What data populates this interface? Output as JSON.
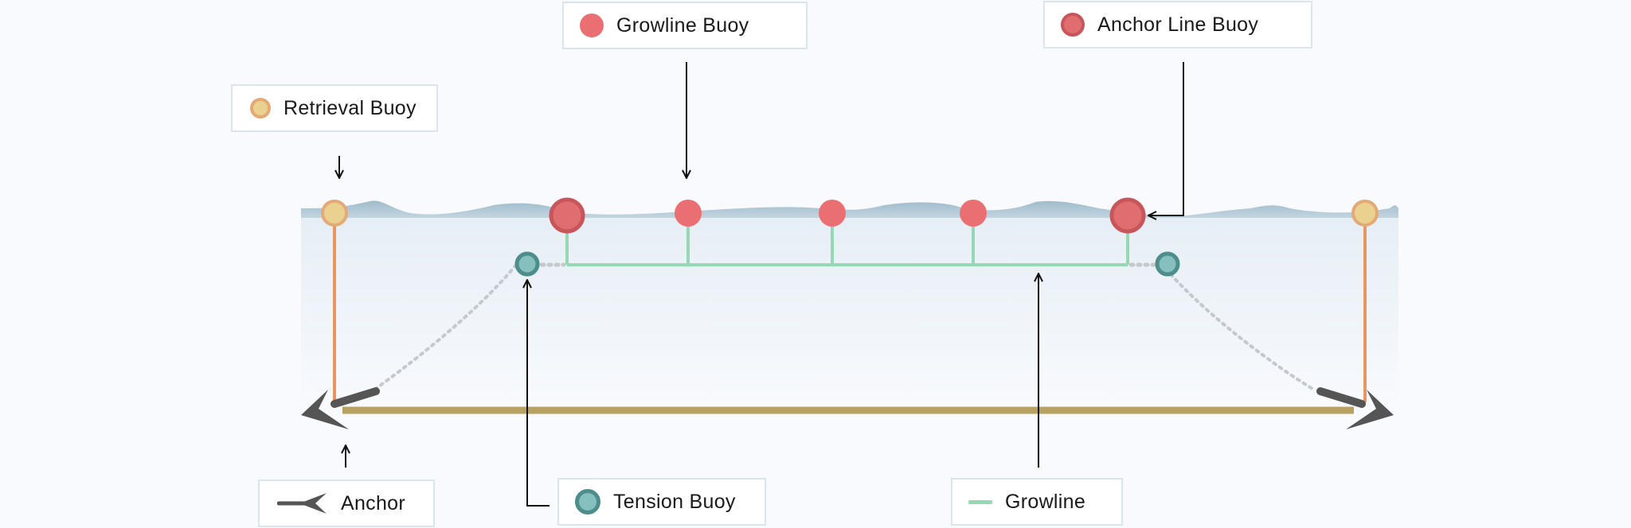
{
  "legend": {
    "growline_buoy": "Growline Buoy",
    "anchor_line_buoy": "Anchor Line Buoy",
    "retrieval_buoy": "Retrieval Buoy",
    "anchor": "Anchor",
    "tension_buoy": "Tension Buoy",
    "growline": "Growline"
  },
  "colors": {
    "water_surface": "#a9c3d4",
    "water_fill": "#e8f0f7",
    "growline": "#96d8b4",
    "growline_buoy": "#ea6f72",
    "anchor_line_buoy": "#e06e71",
    "retrieval_buoy": "#ebd190",
    "retrieval_line": "#e8955f",
    "tension_buoy": "#85c0be",
    "anchor_line": "#b8a262",
    "anchor": "#555555",
    "leader": "#111111"
  }
}
